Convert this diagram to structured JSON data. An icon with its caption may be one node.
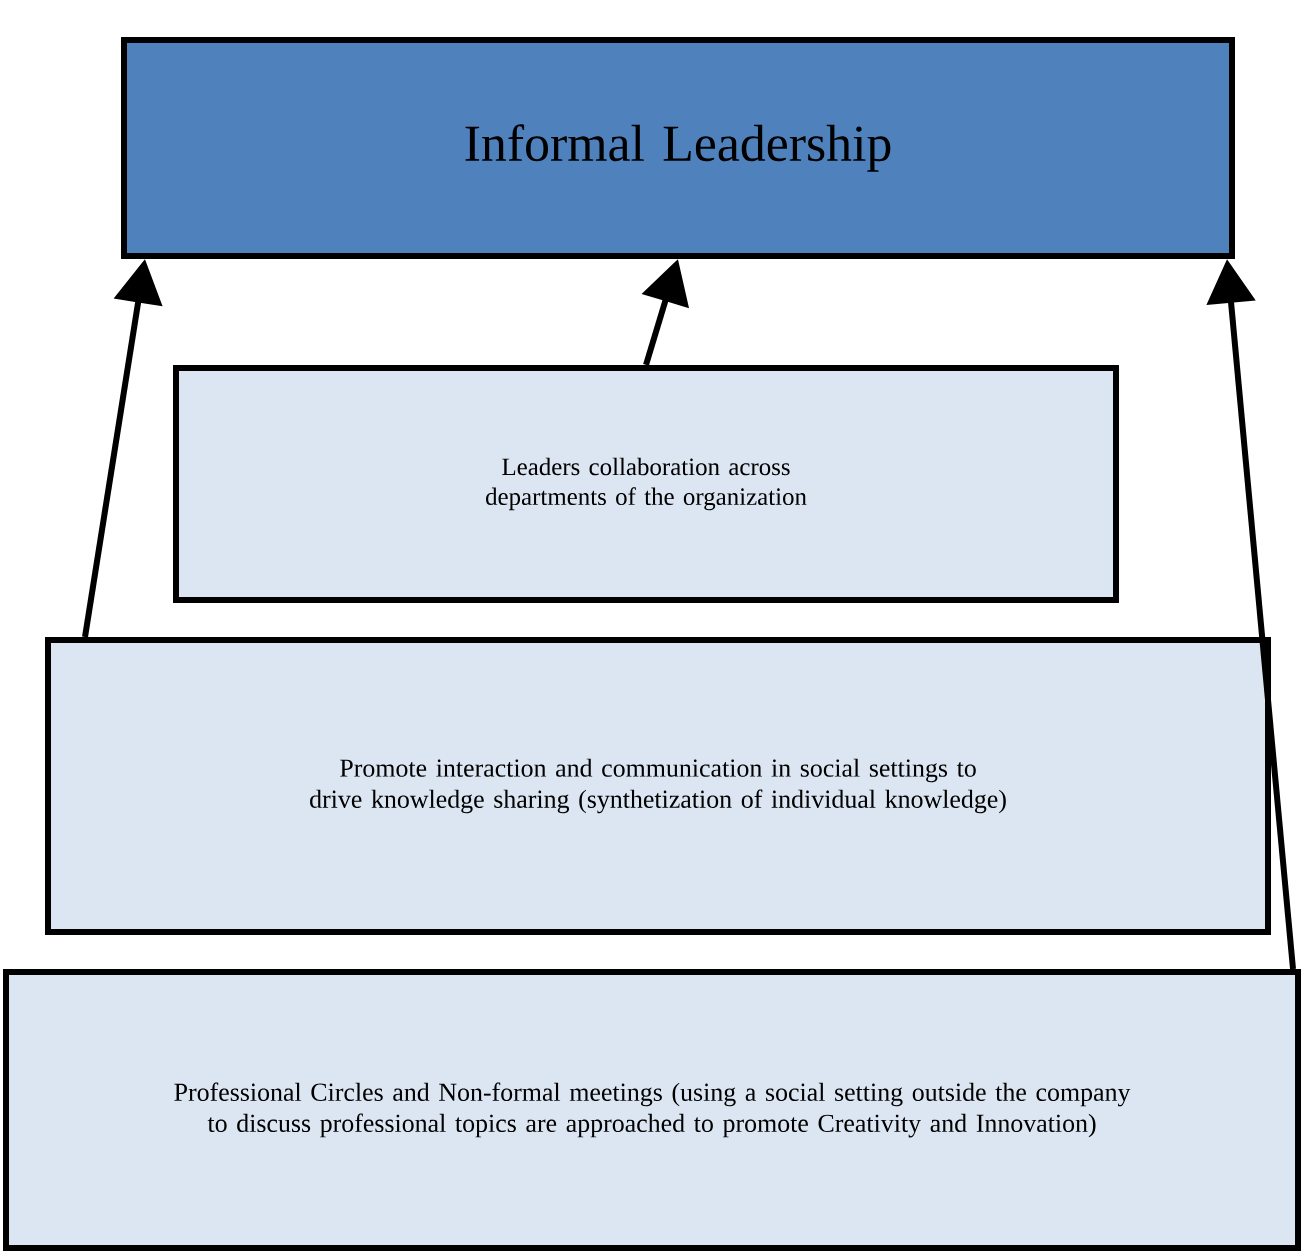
{
  "diagram": {
    "nodes": [
      {
        "text": [
          "Informal Leadership"
        ]
      },
      {
        "text": [
          "Leaders collaboration across departments of the organization"
        ]
      },
      {
        "text": [
          "Promote interaction and communication in social settings to drive knowledge sharing (synthetization of individual knowledge)"
        ]
      },
      {
        "text": [
          "Professional Circles and Non-formal meetings (using a social setting outside the company to discuss professional topics are approached to promote Creativity and Innovation)"
        ]
      }
    ],
    "edges": [
      {
        "from": 1,
        "to": 0,
        "arrow": "to"
      },
      {
        "from": 2,
        "to": 0,
        "arrow": "to"
      },
      {
        "from": 3,
        "to": 0,
        "arrow": "to"
      }
    ]
  }
}
